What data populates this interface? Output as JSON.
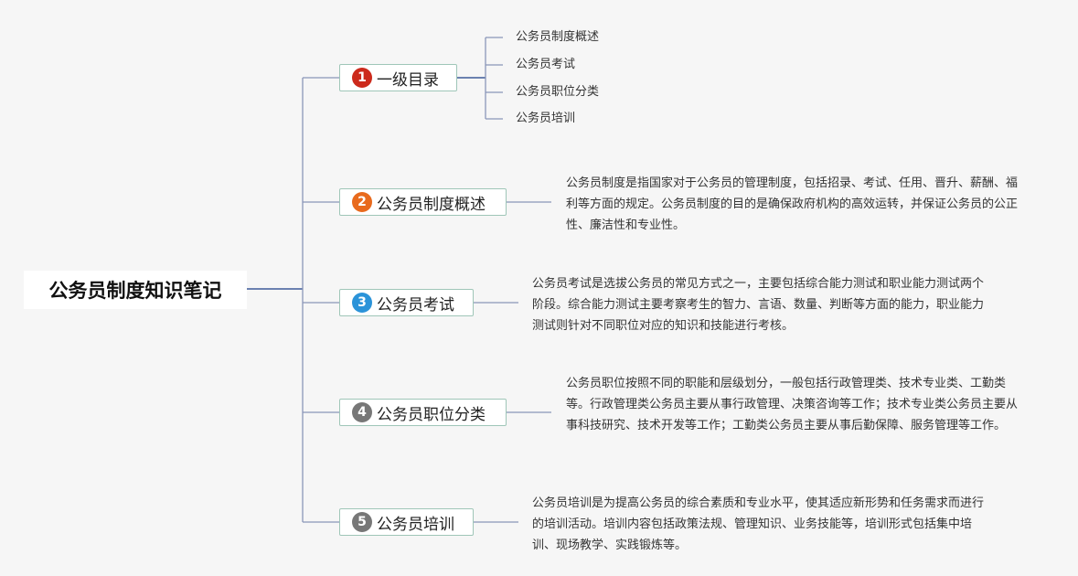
{
  "root": {
    "title": "公务员制度知识笔记"
  },
  "branches": [
    {
      "num": "1",
      "label": "一级目录",
      "color": "#cc2a1c"
    },
    {
      "num": "2",
      "label": "公务员制度概述",
      "color": "#e86a1d"
    },
    {
      "num": "3",
      "label": "公务员考试",
      "color": "#2b93d9"
    },
    {
      "num": "4",
      "label": "公务员职位分类",
      "color": "#777777"
    },
    {
      "num": "5",
      "label": "公务员培训",
      "color": "#777777"
    }
  ],
  "toc_items": [
    "公务员制度概述",
    "公务员考试",
    "公务员职位分类",
    "公务员培训"
  ],
  "descriptions": {
    "overview": "公务员制度是指国家对于公务员的管理制度，包括招录、考试、任用、晋升、薪酬、福利等方面的规定。公务员制度的目的是确保政府机构的高效运转，并保证公务员的公正性、廉洁性和专业性。",
    "exam": "公务员考试是选拔公务员的常见方式之一，主要包括综合能力测试和职业能力测试两个阶段。综合能力测试主要考察考生的智力、言语、数量、判断等方面的能力，职业能力测试则针对不同职位对应的知识和技能进行考核。",
    "classification": "公务员职位按照不同的职能和层级划分，一般包括行政管理类、技术专业类、工勤类等。行政管理类公务员主要从事行政管理、决策咨询等工作；技术专业类公务员主要从事科技研究、技术开发等工作；工勤类公务员主要从事后勤保障、服务管理等工作。",
    "training": "公务员培训是为提高公务员的综合素质和专业水平，使其适应新形势和任务需求而进行的培训活动。培训内容包括政策法规、管理知识、业务技能等，培训形式包括集中培训、现场教学、实践锻炼等。"
  },
  "colors": {
    "connector": "#3d5a99",
    "branch_line": "#8a96b8",
    "node_border": "#9fc6b8"
  }
}
